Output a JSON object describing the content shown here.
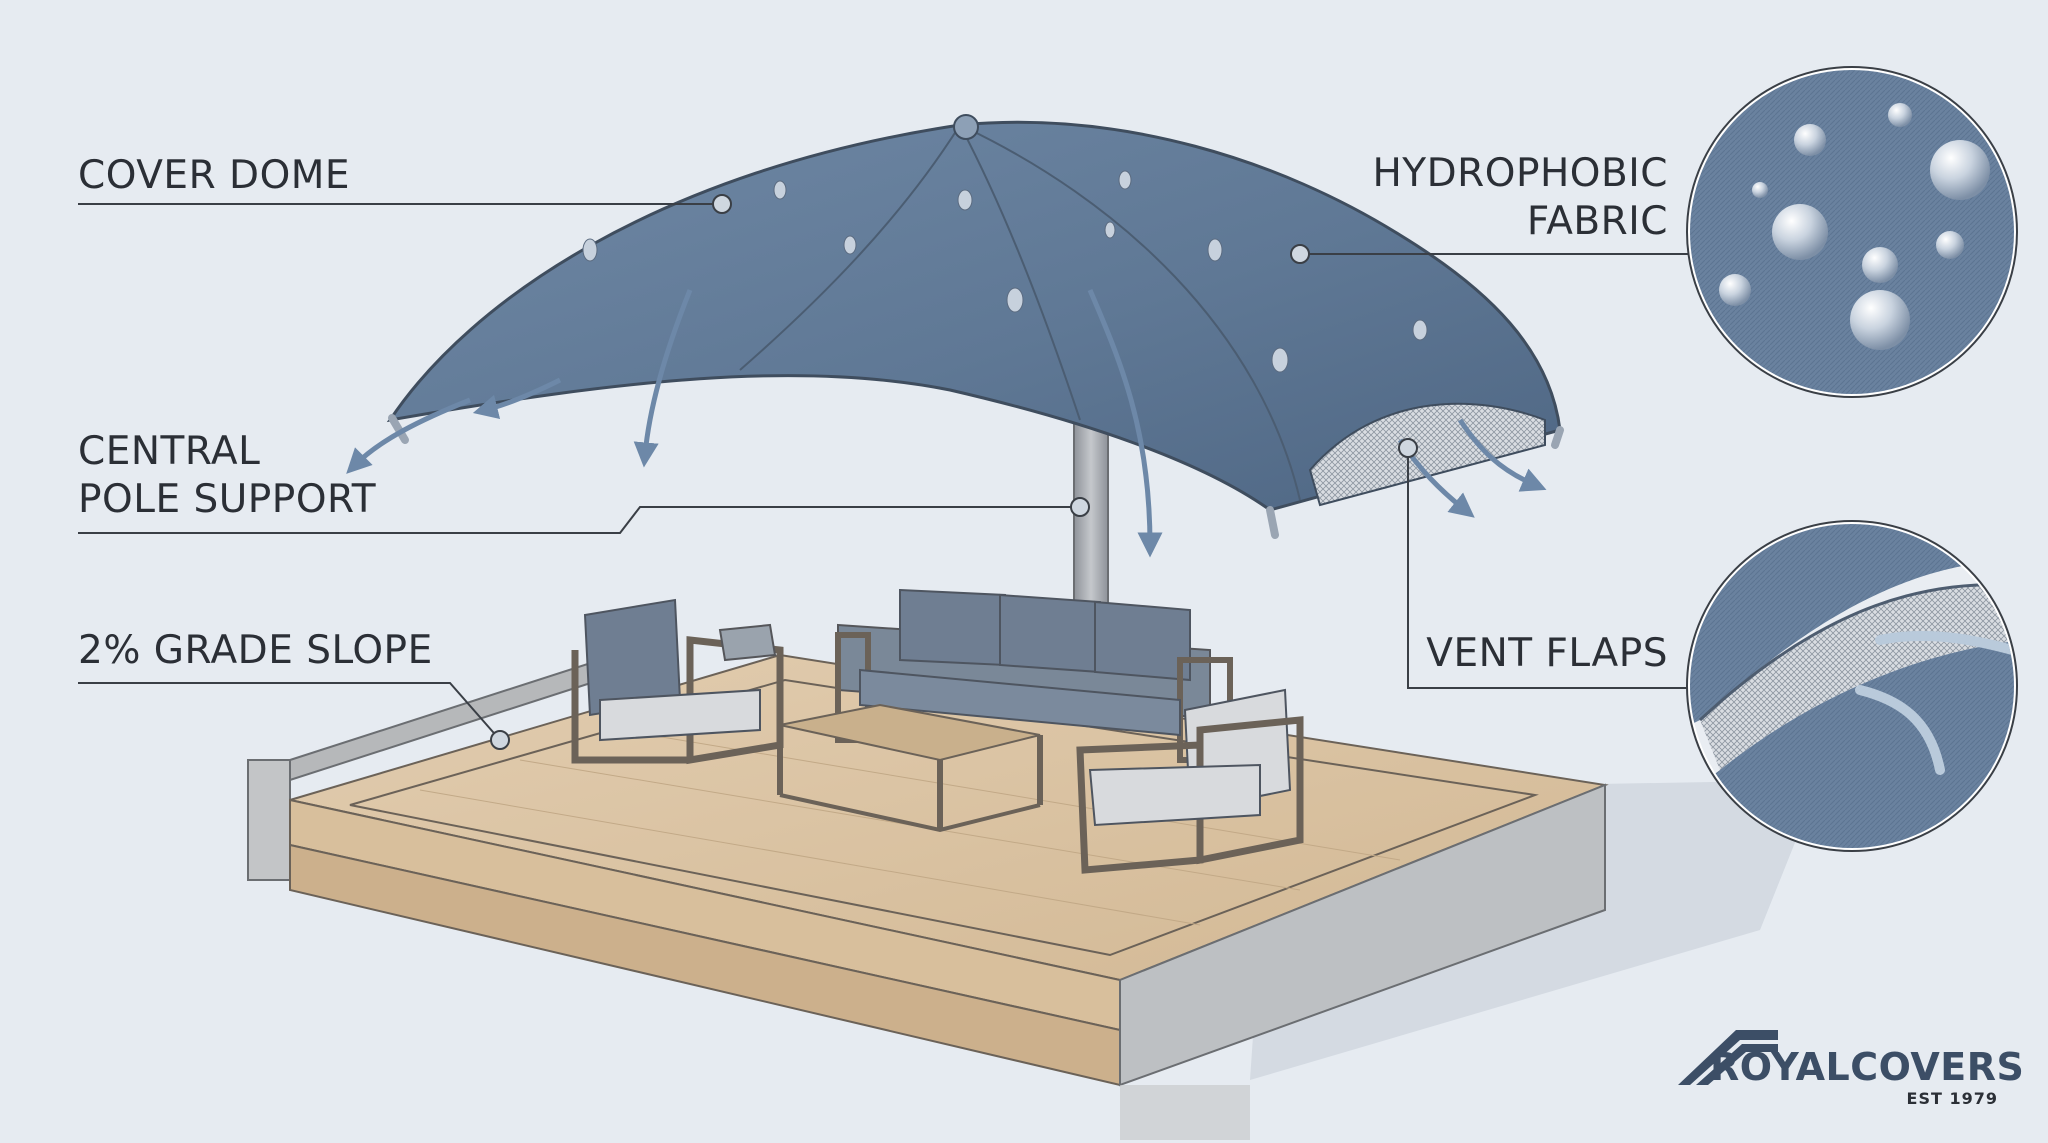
{
  "labels": {
    "cover_dome": "COVER DOME",
    "central_pole_line1": "CENTRAL",
    "central_pole_line2": "POLE SUPPORT",
    "grade_slope": "2% GRADE SLOPE",
    "hydrophobic_line1": "HYDROPHOBIC",
    "hydrophobic_line2": "FABRIC",
    "vent_flaps": "VENT FLAPS"
  },
  "brand": {
    "name_part1": "ROYAL",
    "name_part2": "COVERS",
    "established": "EST 1979"
  },
  "colors": {
    "background": "#e6ebf1",
    "canopy": "#5f7895",
    "canopy_dark": "#4c6480",
    "deck_wood": "#d9c2a1",
    "concrete": "#bfc1c3",
    "cushion": "#6f7e92",
    "frame": "#6b6258",
    "leader_line": "#3a3f46",
    "brand": "#3c4e66"
  },
  "icons": [
    "water-droplet-icon",
    "flow-arrow-icon",
    "roof-logo-icon"
  ]
}
